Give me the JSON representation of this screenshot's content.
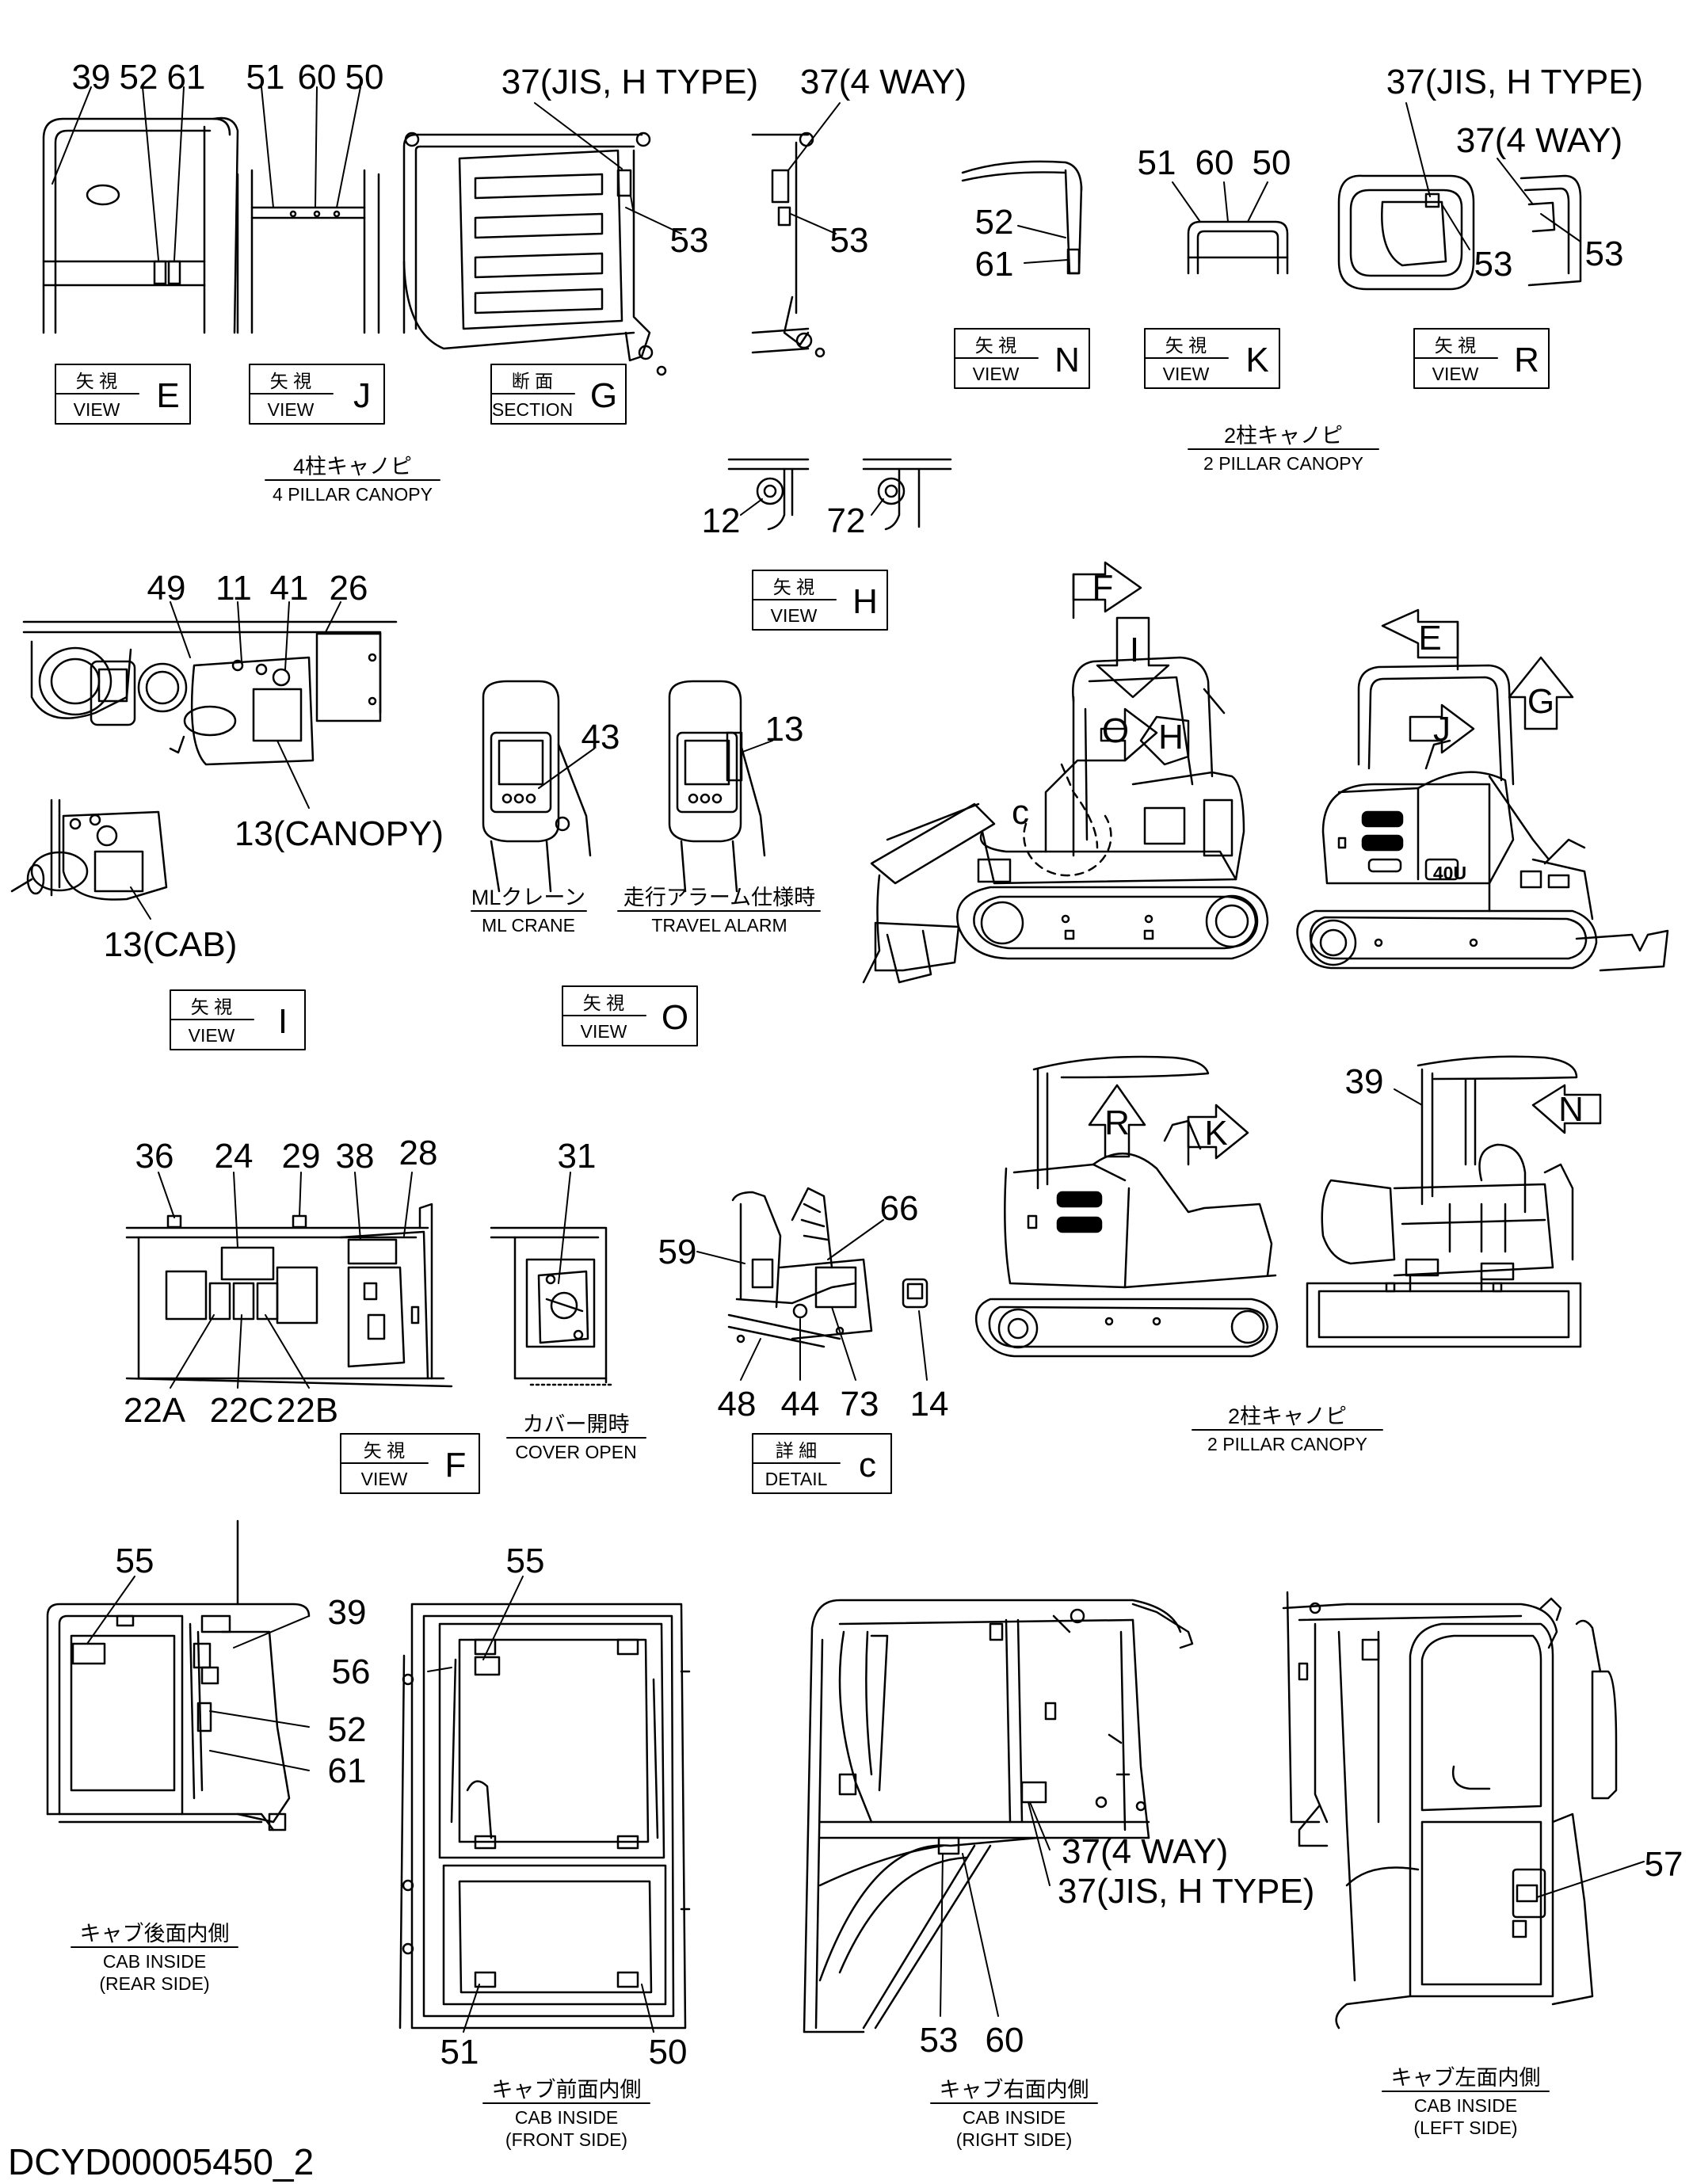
{
  "drawing_code": "DCYD00005450_2",
  "view_boxes": [
    {
      "jp": "矢 視",
      "en": "VIEW",
      "letter": "E"
    },
    {
      "jp": "矢 視",
      "en": "VIEW",
      "letter": "J"
    },
    {
      "jp": "断 面",
      "en": "SECTION",
      "letter": "G"
    },
    {
      "jp": "矢 視",
      "en": "VIEW",
      "letter": "N"
    },
    {
      "jp": "矢 視",
      "en": "VIEW",
      "letter": "K"
    },
    {
      "jp": "矢 視",
      "en": "VIEW",
      "letter": "R"
    },
    {
      "jp": "矢 視",
      "en": "VIEW",
      "letter": "H"
    },
    {
      "jp": "矢 視",
      "en": "VIEW",
      "letter": "I"
    },
    {
      "jp": "矢 視",
      "en": "VIEW",
      "letter": "O"
    },
    {
      "jp": "矢 視",
      "en": "VIEW",
      "letter": "F"
    },
    {
      "jp": "詳 細",
      "en": "DETAIL",
      "letter": "c"
    }
  ],
  "captions": [
    {
      "jp": "4柱キャノピ",
      "en": "4 PILLAR CANOPY"
    },
    {
      "jp": "2柱キャノピ",
      "en": "2 PILLAR CANOPY"
    },
    {
      "jp": "MLクレーン",
      "en": "ML CRANE"
    },
    {
      "jp": "走行アラーム仕様時",
      "en": "TRAVEL ALARM"
    },
    {
      "jp": "2柱キャノピ",
      "en": "2 PILLAR CANOPY"
    },
    {
      "jp": "カバー開時",
      "en": "COVER OPEN"
    },
    {
      "jp": "キャブ後面内側",
      "en": "CAB INSIDE",
      "en2": "(REAR SIDE)"
    },
    {
      "jp": "キャブ前面内側",
      "en": "CAB INSIDE",
      "en2": "(FRONT SIDE)"
    },
    {
      "jp": "キャブ右面内側",
      "en": "CAB INSIDE",
      "en2": "(RIGHT SIDE)"
    },
    {
      "jp": "キャブ左面内側",
      "en": "CAB INSIDE",
      "en2": "(LEFT SIDE)"
    }
  ],
  "arrow_letters": [
    "F",
    "I",
    "O",
    "H",
    "E",
    "J",
    "G",
    "R",
    "K",
    "N"
  ],
  "detail_marker": "c",
  "machine_model_text": "40U",
  "callouts": [
    "39",
    "52",
    "61",
    "51",
    "60",
    "50",
    "37(JIS, H TYPE)",
    "53",
    "37(4 WAY)",
    "53",
    "52",
    "61",
    "51",
    "60",
    "50",
    "37(JIS, H TYPE)",
    "37(4 WAY)",
    "53",
    "53",
    "12",
    "72",
    "49",
    "11",
    "41",
    "26",
    "13(CANOPY)",
    "13(CAB)",
    "43",
    "13",
    "36",
    "24",
    "29",
    "38",
    "28",
    "22A",
    "22C",
    "22B",
    "31",
    "66",
    "59",
    "48",
    "44",
    "73",
    "14",
    "39",
    "55",
    "39",
    "52",
    "61",
    "55",
    "56",
    "51",
    "50",
    "37(4 WAY)",
    "37(JIS, H TYPE)",
    "53",
    "60",
    "57"
  ]
}
